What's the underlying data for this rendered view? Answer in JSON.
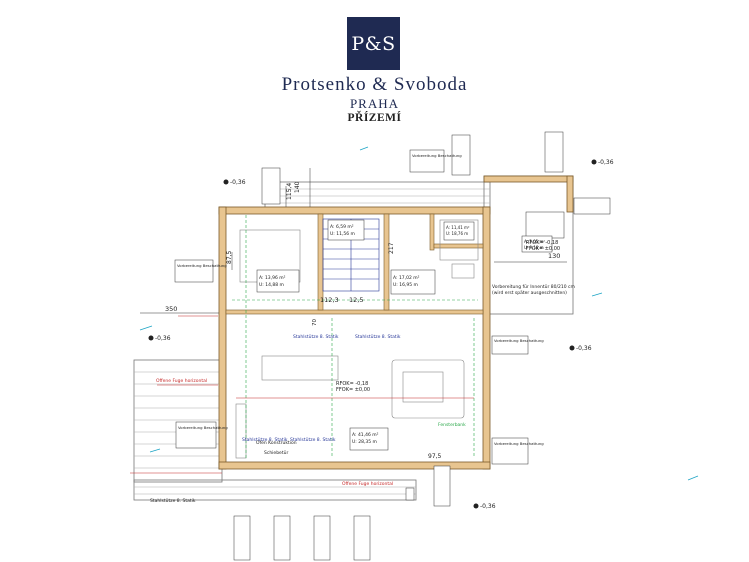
{
  "logo": {
    "monogram": "P&S"
  },
  "brand": {
    "name": "Protsenko & Svoboda",
    "city": "PRAHA",
    "floor": "PŘÍZEMÍ"
  },
  "colors": {
    "brand_navy": "#1f2a52",
    "wall_fill": "#e8c590",
    "wall_stroke": "#7a5a2a",
    "line_blue": "#2a3a9a",
    "line_green": "#2ba84a",
    "line_red": "#c62828",
    "line_cyan": "#1aa3c4"
  },
  "plan": {
    "levels": [
      "-0,36",
      "-0,36",
      "-0,36",
      "-0,36",
      "-0,36"
    ],
    "dimensions": [
      "350",
      "140",
      "115,4",
      "87,5",
      "130",
      "97,5",
      "217",
      "112,3",
      "12,5",
      "70"
    ],
    "heights": [
      "RFOK= -0,18",
      "FFOK= ±0,00",
      "RFOK= -0,18",
      "FFOK= ±0,00"
    ],
    "notes": {
      "stairs_1": "Stahlstütze 8. Statik",
      "stairs_2": "Stahlstütze 8. Statik",
      "stairs_3": "Stahlstütze 8. Statik",
      "stairs_4": "Stahlstütze 8. Statik",
      "window_front": "Offene Fuge horizontal",
      "window_side": "Offene Fuge horizontal",
      "door_note": "Vorbereitung für Innentür 80/210 cm",
      "door_note_2": "(wird erst später ausgeschnitten)",
      "fenster": "Fensterbank",
      "ofen": "Ofen Konstruktion",
      "schieb": "Schiebetür",
      "pillar_front": "Stahlstütze 8. Statik"
    },
    "rooms": [
      {
        "label": "A: 13,96 m²",
        "sub": "U: 14,88 m"
      },
      {
        "label": "A: 6,59 m²",
        "sub": "U: 11,56 m"
      },
      {
        "label": "A: 17,02 m²",
        "sub": "U: 16,95 m"
      },
      {
        "label": "A: 41,46 m²",
        "sub": "U: 28,35 m"
      },
      {
        "label": "A: 11,41 m²",
        "sub": "U: 18,76 m"
      },
      {
        "label": "A: 5,05 m²",
        "sub": "U: 9,18 m"
      }
    ],
    "legend_tag": "Vorbereitung Beschattung"
  }
}
